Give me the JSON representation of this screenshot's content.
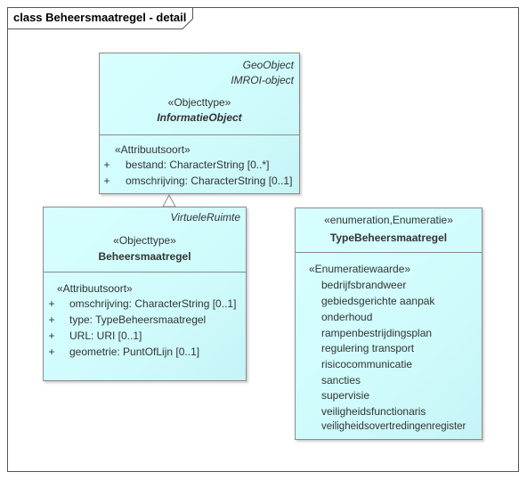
{
  "frame": {
    "title": "class Beheersmaatregel - detail"
  },
  "informatie_object": {
    "tags": [
      "GeoObject",
      "IMROI-object"
    ],
    "stereotype": "«Objecttype»",
    "name": "InformatieObject",
    "compartment_stereotype": "«Attribuutsoort»",
    "attributes": [
      {
        "vis": "+",
        "text": "bestand: CharacterString [0..*]"
      },
      {
        "vis": "+",
        "text": "omschrijving: CharacterString [0..1]"
      }
    ]
  },
  "beheersmaatregel": {
    "tag": "VirtueleRuimte",
    "stereotype": "«Objecttype»",
    "name": "Beheersmaatregel",
    "compartment_stereotype": "«Attribuutsoort»",
    "attributes": [
      {
        "vis": "+",
        "text": "omschrijving: CharacterString [0..1]"
      },
      {
        "vis": "+",
        "text": "type: TypeBeheersmaatregel"
      },
      {
        "vis": "+",
        "text": "URL: URI [0..1]"
      },
      {
        "vis": "+",
        "text": "geometrie: PuntOfLijn [0..1]"
      }
    ]
  },
  "type_beheersmaatregel": {
    "stereotype": "«enumeration,Enumeratie»",
    "name": "TypeBeheersmaatregel",
    "compartment_stereotype": "«Enumeratiewaarde»",
    "values": [
      "bedrijfsbrandweer",
      "gebiedsgerichte aanpak",
      "onderhoud",
      "rampenbestrijdingsplan",
      "regulering transport",
      "risicocommunicatie",
      "sancties",
      "supervisie",
      "veiligheidsfunctionaris",
      "veiligheidsovertredingenregister"
    ]
  },
  "colors": {
    "class_fill": "#d4fdfe",
    "border": "#8a8a8a",
    "text": "#333333"
  }
}
